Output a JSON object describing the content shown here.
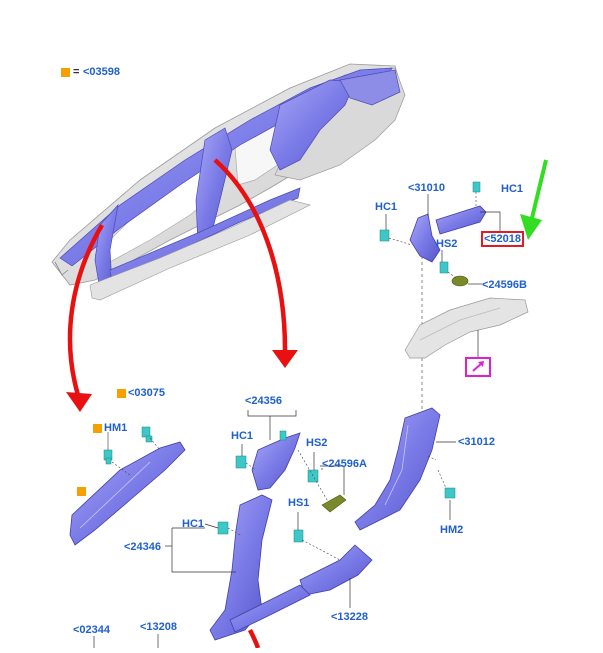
{
  "legend": {
    "equals": "=",
    "code": "<03598"
  },
  "callouts": {
    "c03598": "<03598",
    "c03075": "<03075",
    "hm1": "HM1",
    "c24356": "<24356",
    "hc1_mid": "HC1",
    "hs2_mid": "HS2",
    "c24596a": "<24596A",
    "hs1": "HS1",
    "hc1_low": "HC1",
    "c24346": "<24346",
    "c13228": "<13228",
    "c02344": "<02344",
    "c13208": "<13208",
    "c31010": "<31010",
    "hc1_top": "HC1",
    "hc1_right": "HC1",
    "hs2_right": "HS2",
    "c52018": "<52018",
    "c24596b": "<24596B",
    "c31012": "<31012",
    "hm2": "HM2"
  },
  "colors": {
    "part_blue": "#7b7be8",
    "clip_cyan": "#3fc7c7",
    "arrow_red": "#e81010",
    "arrow_green": "#33dd22",
    "callout_blue": "#1f5fd0",
    "highlight_box": "#e31b23",
    "detail_icon": "#e020d0",
    "legend_square": "#f5a000"
  },
  "icons": {
    "detail_link": "arrow-detail-icon",
    "legend_marker": "orange-square-icon"
  }
}
